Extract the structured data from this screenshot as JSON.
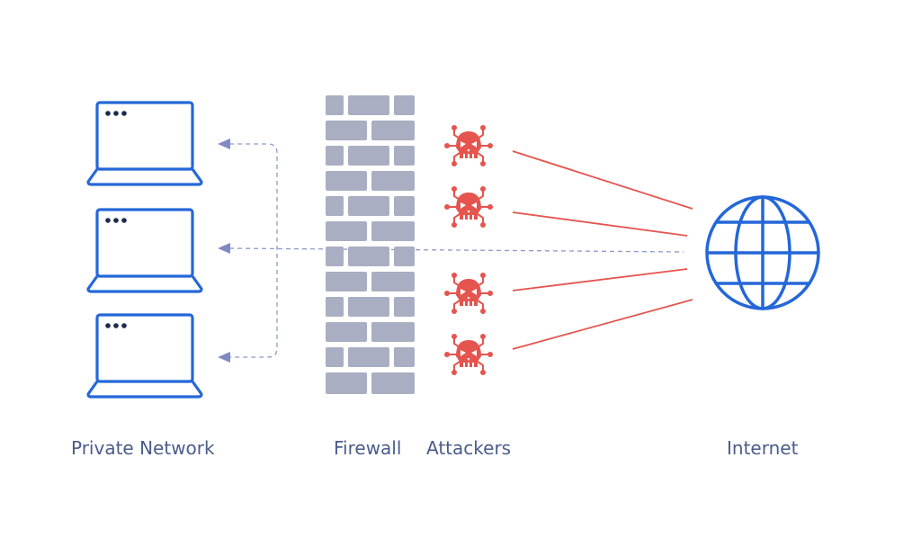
{
  "labels": {
    "private_network": "Private Network",
    "firewall": "Firewall",
    "attackers": "Attackers",
    "internet": "Internet"
  },
  "colors": {
    "laptop": "#2467d8",
    "globe": "#2467d8",
    "firewall_brick": "#a9aec2",
    "attacker": "#e5544e",
    "attack_line": "#e5544e",
    "dashed_link": "#8e9ac8",
    "label_text": "#4b5c8a"
  },
  "icons": {
    "laptop": "laptop-icon",
    "firewall": "brick-wall-icon",
    "attacker": "skull-bug-icon",
    "internet": "globe-icon"
  },
  "counts": {
    "laptops": 3,
    "attackers": 4
  }
}
